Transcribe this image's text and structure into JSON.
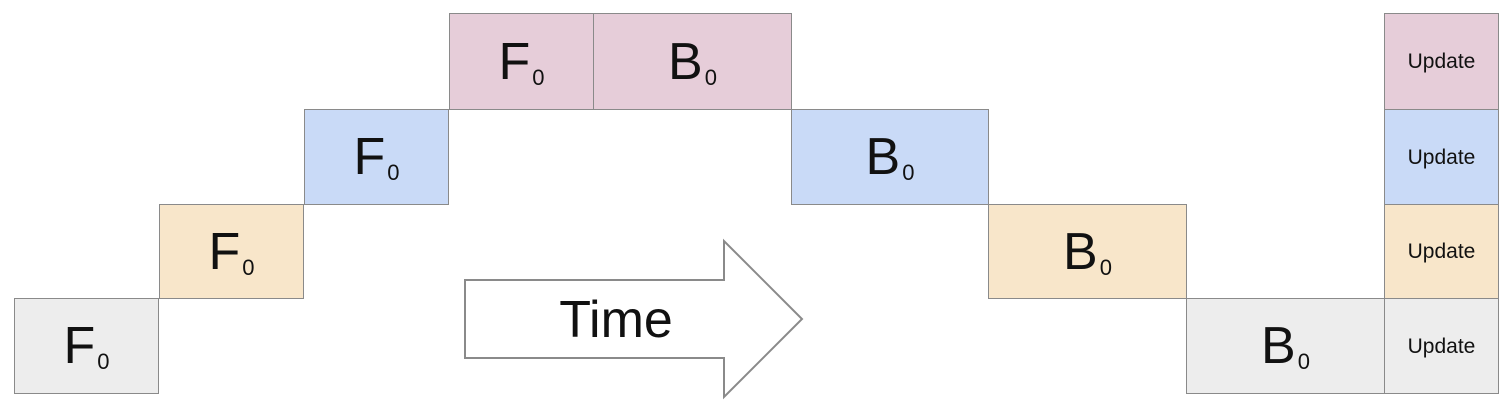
{
  "blocks": [
    {
      "letter": "F",
      "sub": "0"
    },
    {
      "letter": "F",
      "sub": "0"
    },
    {
      "letter": "F",
      "sub": "0"
    },
    {
      "letter": "F",
      "sub": "0"
    },
    {
      "letter": "B",
      "sub": "0"
    },
    {
      "letter": "B",
      "sub": "0"
    },
    {
      "letter": "B",
      "sub": "0"
    },
    {
      "letter": "B",
      "sub": "0"
    }
  ],
  "updates": [
    "Update",
    "Update",
    "Update",
    "Update"
  ],
  "time_label": "Time",
  "colors": {
    "stage_0": "#ededed",
    "stage_1": "#f8e6ca",
    "stage_2": "#c9daf7",
    "stage_3": "#e6cdd9",
    "border": "#8a8a8a"
  }
}
